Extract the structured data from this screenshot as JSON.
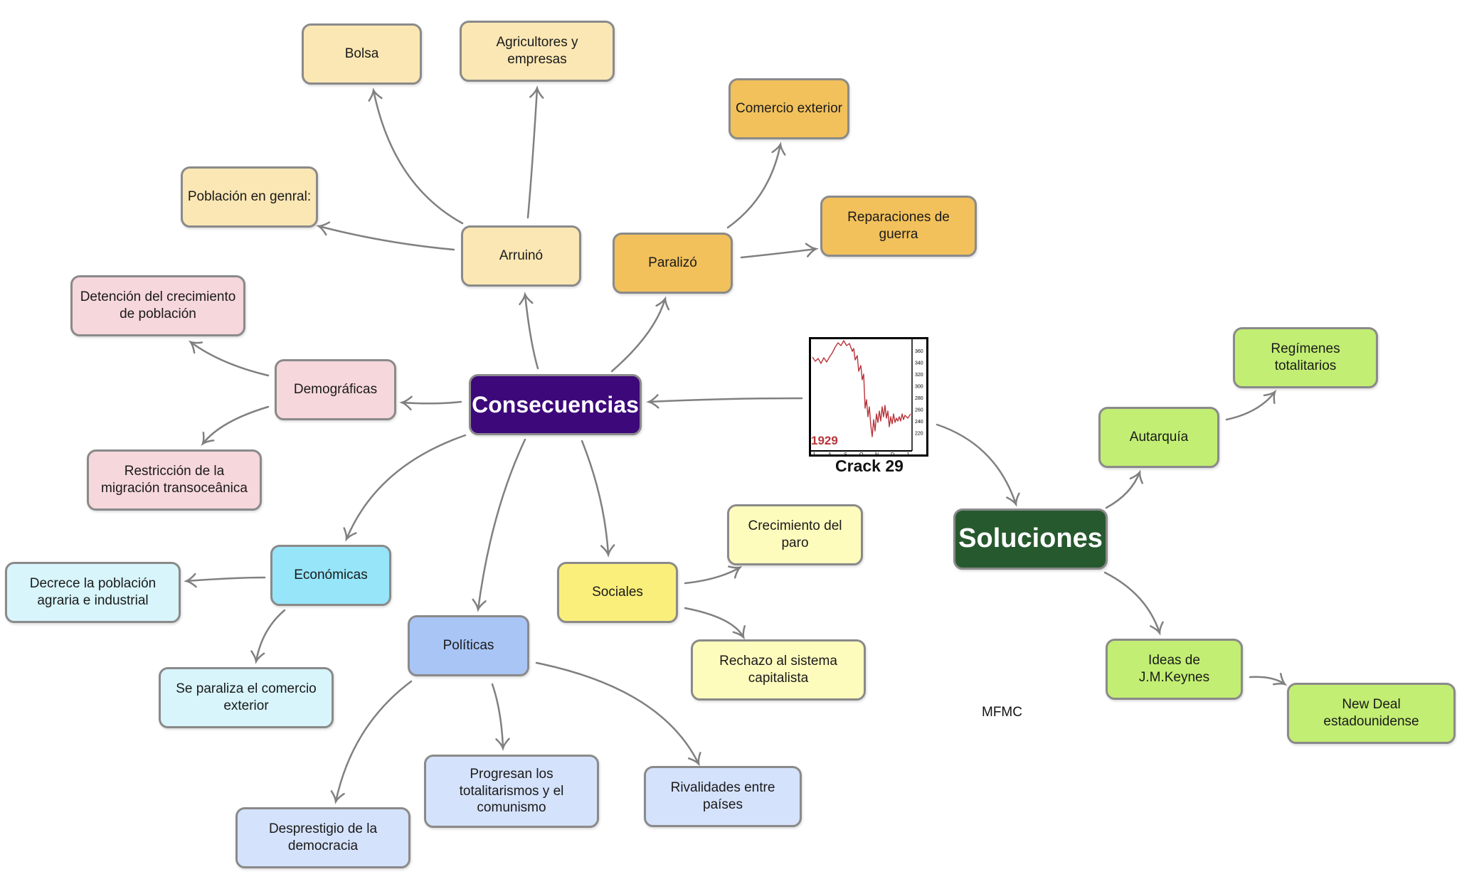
{
  "central": {
    "label": "Consecuencias",
    "color": "#3d087a"
  },
  "solutions": {
    "label": "Soluciones",
    "color": "#27592f"
  },
  "nodes": {
    "arruino": "Arruinó",
    "bolsa": "Bolsa",
    "agricultores": "Agricultores y empresas",
    "poblacion": "Población en genral:",
    "paralizo": "Paralizó",
    "comercio": "Comercio exterior",
    "reparaciones": "Reparaciones de guerra",
    "demograficas": "Demográficas",
    "detencion": "Detención del crecimiento de población",
    "restriccion": "Restricción de la migración transoceânica",
    "economicas": "Económicas",
    "decrece": "Decrece la población agraria e industrial",
    "paraliza_comercio": "Se paraliza el comercio exterior",
    "politicas": "Políticas",
    "desprestigio": "Desprestigio de la democracia",
    "progresan": "Progresan los totalitarismos y el comunismo",
    "rivalidades": "Rivalidades entre países",
    "sociales": "Sociales",
    "crecimiento_paro": "Crecimiento del paro",
    "rechazo": "Rechazo al sistema capitalista",
    "autarquia": "Autarquía",
    "regimenes": "Regímenes totalitarios",
    "keynes": "Ideas de J.M.Keynes",
    "new_deal": "New Deal estadounidense"
  },
  "crack_image": {
    "caption": "Crack 29",
    "year": "1929",
    "y_ticks": [
      "360",
      "340",
      "320",
      "300",
      "280",
      "260",
      "240",
      "220"
    ],
    "x_ticks": [
      "J",
      "A",
      "S",
      "O",
      "N",
      "D",
      "J"
    ]
  },
  "signature": "MFMC",
  "colors": {
    "arruino": "#fbe7b4",
    "paralizo": "#f2c15b",
    "demograficas": "#f6d7dc",
    "economicas": "#96e5f9",
    "economicas_children": "#d8f5fb",
    "politicas": "#a9c5f6",
    "politicas_children": "#d5e2fb",
    "sociales": "#fbef7b",
    "sociales_children": "#fefcbd",
    "soluciones_children": "#c2ee73",
    "edge": "#808080"
  }
}
